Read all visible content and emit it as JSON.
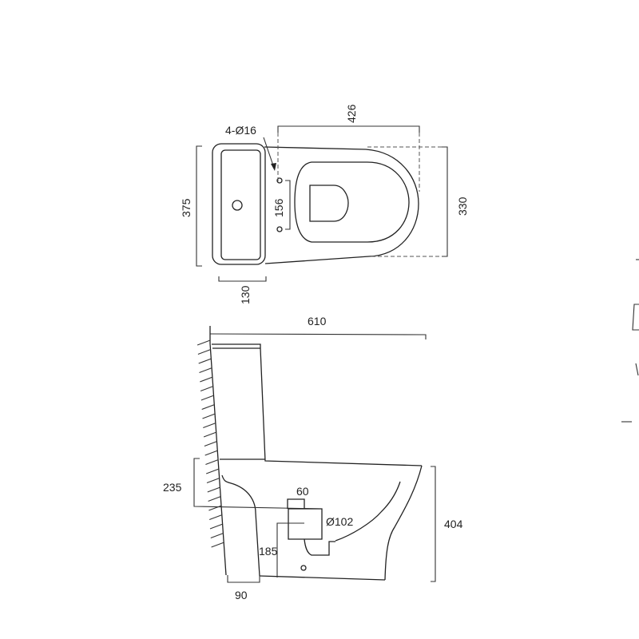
{
  "top_view": {
    "labels": {
      "holes": "4-Ø16",
      "length_bowl": "426",
      "width_total": "375",
      "width_bowl": "330",
      "hole_spacing": "156",
      "tank_depth": "130"
    }
  },
  "side_view": {
    "labels": {
      "total_length": "610",
      "inlet_height": "235",
      "outlet_width": "60",
      "outlet_diameter": "Ø102",
      "outlet_height": "185",
      "height": "404",
      "wall_offset": "90"
    }
  }
}
